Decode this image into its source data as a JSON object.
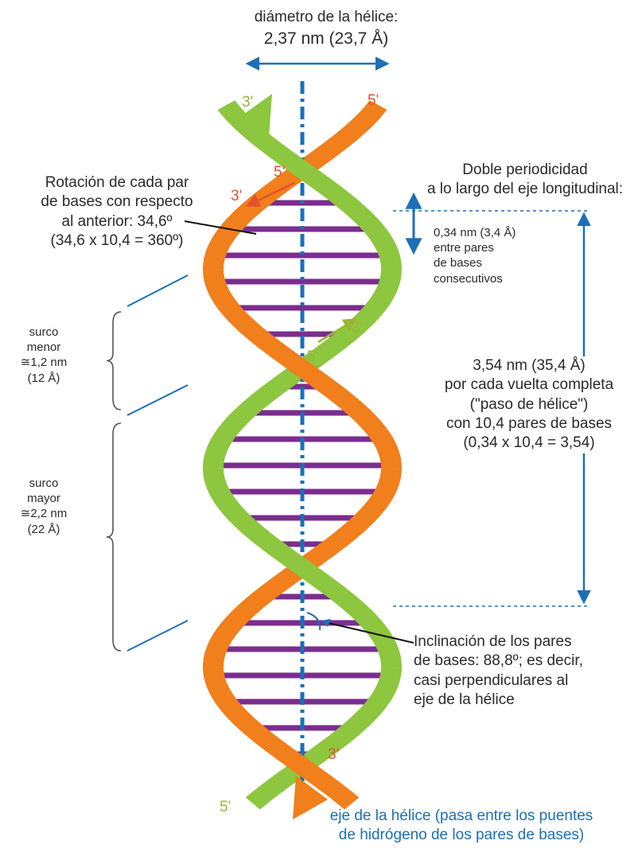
{
  "diameter": {
    "title": "diámetro de la hélice:",
    "value": "2,37 nm (23,7 Å)"
  },
  "rotation": {
    "line1": "Rotación de cada par",
    "line2": "de bases con respecto",
    "line3": "al anterior: 34,6º",
    "line4": "(34,6 x 10,4 = 360º)"
  },
  "periodicity": {
    "title1": "Doble periodicidad",
    "title2": "a lo largo del eje longitudinal:"
  },
  "rise": {
    "line1": "0,34 nm (3,4 Å)",
    "line2": "entre pares",
    "line3": "de bases",
    "line4": "consecutivos"
  },
  "pitch": {
    "line1": "3,54 nm (35,4 Å)",
    "line2": "por cada vuelta completa",
    "line3": "(\"paso de hélice\")",
    "line4": "con 10,4 pares de bases",
    "line5": "(0,34 x 10,4 = 3,54)"
  },
  "minor_groove": {
    "line1": "surco",
    "line2": "menor",
    "line3": "≅1,2 nm",
    "line4": "(12 Å)"
  },
  "major_groove": {
    "line1": "surco",
    "line2": "mayor",
    "line3": "≅2,2 nm",
    "line4": "(22 Å)"
  },
  "inclination": {
    "line1": "Inclinación de los pares",
    "line2": "de bases: 88,8º; es decir,",
    "line3": "casi perpendiculares al",
    "line4": "eje de la hélice"
  },
  "axis": {
    "line1": "eje de la hélice (pasa entre los puentes",
    "line2": "de hidrógeno de los pares de bases)"
  },
  "strand_labels": {
    "top_green_3": "3'",
    "top_orange_5": "5'",
    "mid_orange_5": "5'",
    "mid_orange_3": "3'",
    "mid_green_3": "3'",
    "mid_green_5": "5'",
    "bottom_orange_3": "3'",
    "bottom_green_5": "5'"
  },
  "colors": {
    "orange_strand": "#f07f1c",
    "orange_dark": "#e4502a",
    "green_strand": "#8dc63f",
    "green_light": "#c6df3e",
    "base_pair": "#7b2d8f",
    "axis_blue": "#1d6fb6",
    "text_dark": "#2a2a2a",
    "label_red": "#e3522d",
    "label_green": "#9bb534"
  }
}
